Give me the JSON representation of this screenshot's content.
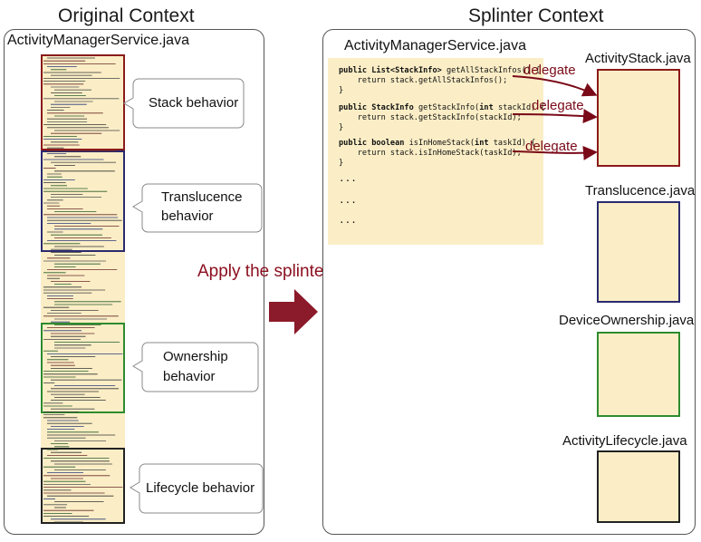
{
  "left": {
    "title": "Original Context",
    "file": "ActivityManagerService.java",
    "callouts": [
      {
        "line1": "Stack behavior",
        "line2": ""
      },
      {
        "line1": "Translucence",
        "line2": "behavior"
      },
      {
        "line1": "Ownership",
        "line2": "behavior"
      },
      {
        "line1": "Lifecycle  behavior",
        "line2": ""
      }
    ]
  },
  "middle": {
    "label": "Apply the splinter pattern."
  },
  "right": {
    "title": "Splinter Context",
    "file": "ActivityManagerService.java",
    "code": {
      "l1a": "public List<StackInfo>",
      "l1b": " getAllStackInfos() {",
      "l2": "    return stack.getAllStackInfos();",
      "l3": "}",
      "l4a": "public StackInfo",
      "l4b": " getStackInfo(",
      "l4c": "int",
      "l4d": " stackId) {",
      "l5": "    return stack.getStackInfo(stackId);",
      "l6": "}",
      "l7a": "public boolean",
      "l7b": " isInHomeStack(",
      "l7c": "int",
      "l7d": " taskId) {",
      "l8": "    return stack.isInHomeStack(taskId);",
      "l9": "}",
      "e1": "...",
      "e2": "...",
      "e3": "..."
    },
    "delegate_labels": [
      "delegate",
      "delegate",
      "delegate"
    ],
    "files": [
      {
        "name": "ActivityStack.java",
        "color": "#8b1a1a"
      },
      {
        "name": "Translucence.java",
        "color": "#2a2a6e"
      },
      {
        "name": "DeviceOwnership.java",
        "color": "#2e8b2e"
      },
      {
        "name": "ActivityLifecycle.java",
        "color": "#222222"
      }
    ]
  },
  "colors": {
    "code_bg": "#fbeec6",
    "stack_border": "#8b1a1a",
    "translucence_border": "#2a2a6e",
    "ownership_border": "#2e8b2e",
    "lifecycle_border": "#222222",
    "accent": "#8b1020"
  }
}
